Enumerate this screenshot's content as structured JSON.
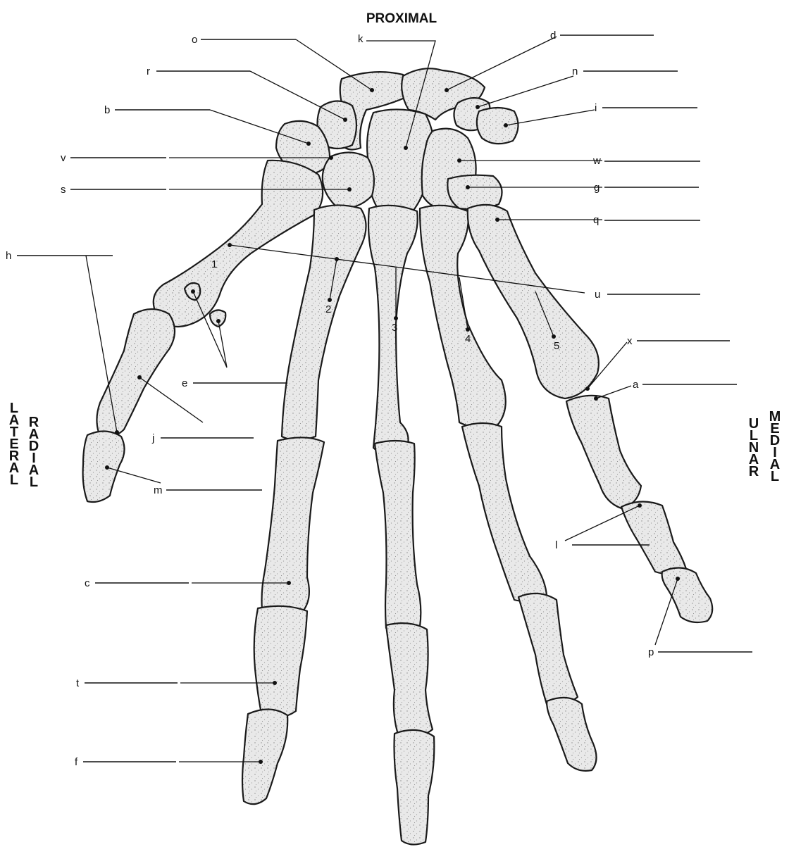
{
  "title": "PROXIMAL",
  "side_left": {
    "outer": "LATERAL",
    "inner": "RADIAL"
  },
  "side_right": {
    "inner": "ULNAR",
    "outer": "MEDIAL"
  },
  "metacarpal_numbers": [
    "1",
    "2",
    "3",
    "4",
    "5"
  ],
  "labels": {
    "o": "o",
    "k": "k",
    "d": "d",
    "r": "r",
    "n": "n",
    "b": "b",
    "i": "i",
    "v": "v",
    "w": "w",
    "s": "s",
    "g": "g",
    "q": "q",
    "h": "h",
    "u": "u",
    "x": "x",
    "a": "a",
    "e": "e",
    "j": "j",
    "m": "m",
    "l": "l",
    "c": "c",
    "p": "p",
    "t": "t",
    "f": "f"
  }
}
